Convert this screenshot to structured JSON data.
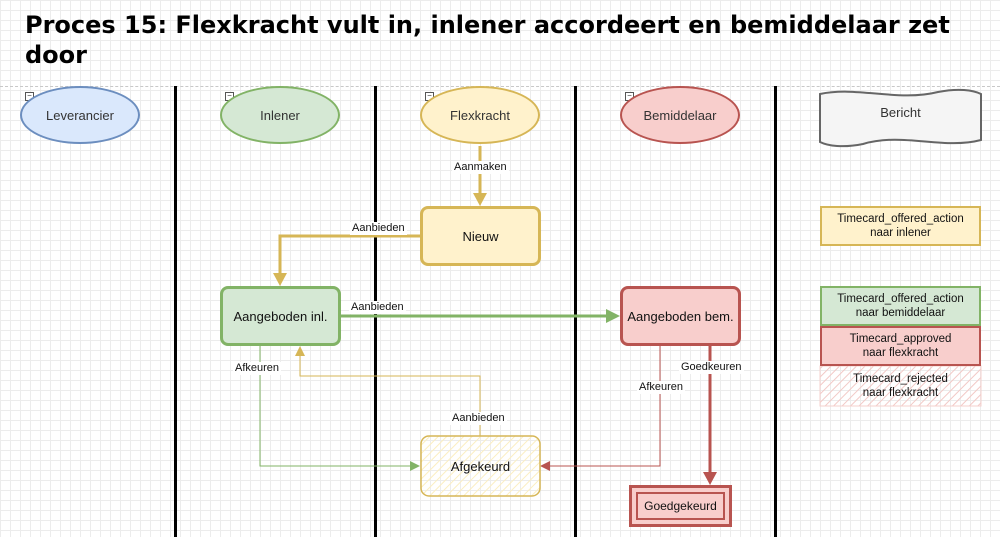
{
  "title": "Proces 15: Flexkracht vult in, inlener accordeert en bemiddelaar zet door",
  "lanes": {
    "leverancier": "Leverancier",
    "inlener": "Inlener",
    "flexkracht": "Flexkracht",
    "bemiddelaar": "Bemiddelaar",
    "bericht": "Bericht"
  },
  "states": {
    "nieuw": "Nieuw",
    "aangeboden_inl": "Aangeboden inl.",
    "aangeboden_bem": "Aangeboden bem.",
    "afgekeurd": "Afgekeurd",
    "goedgekeurd": "Goedgekeurd"
  },
  "edges": {
    "aanmaken": "Aanmaken",
    "aanbieden_1": "Aanbieden",
    "aanbieden_2": "Aanbieden",
    "aanbieden_3": "Aanbieden",
    "afkeuren_1": "Afkeuren",
    "afkeuren_2": "Afkeuren",
    "goedkeuren": "Goedkeuren"
  },
  "messages": {
    "offered_inlener": [
      "Timecard_offered_action",
      "naar inlener"
    ],
    "offered_bemiddelaar": [
      "Timecard_offered_action",
      "naar bemiddelaar"
    ],
    "approved": [
      "Timecard_approved",
      "naar flexkracht"
    ],
    "rejected": [
      "Timecard_rejected",
      "naar flexkracht"
    ]
  },
  "collapse_glyph": "−",
  "colors": {
    "blue_fill": "#dae8fc",
    "blue_stroke": "#6c8ebf",
    "green_fill": "#d5e8d4",
    "green_stroke": "#82b366",
    "yellow_fill": "#fff2cc",
    "yellow_stroke": "#d6b656",
    "red_fill": "#f8cecc",
    "red_stroke": "#b85450",
    "grey_fill": "#f5f5f5",
    "grey_stroke": "#666666"
  }
}
